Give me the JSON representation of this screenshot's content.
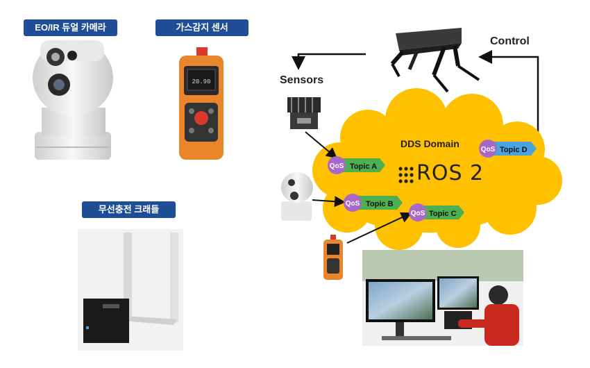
{
  "labels": {
    "eo_ir_camera": "EO/IR 듀얼 카메라",
    "gas_sensor": "가스감지 센서",
    "wireless_cradle": "무선충전 크래들",
    "sensors": "Sensors",
    "control": "Control",
    "dds_domain": "DDS Domain",
    "ros2": "ROS 2",
    "gas_display": "20.90"
  },
  "topics": [
    {
      "qos": "QoS",
      "label": "Topic A",
      "color": "#4caf50"
    },
    {
      "qos": "QoS",
      "label": "Topic B",
      "color": "#4caf50"
    },
    {
      "qos": "QoS",
      "label": "Topic C",
      "color": "#4caf50"
    },
    {
      "qos": "QoS",
      "label": "Topic D",
      "color": "#4aa3df"
    }
  ],
  "colors": {
    "badge": "#1f4e96",
    "cloud": "#ffc000",
    "qos_circle": "#a868c8",
    "sensor_orange": "#e9852a"
  },
  "icons": [
    "dome-camera-icon",
    "gas-detector-icon",
    "charging-cradle-icon",
    "robot-dog-icon",
    "lidar-icon",
    "operator-monitor-icon"
  ]
}
